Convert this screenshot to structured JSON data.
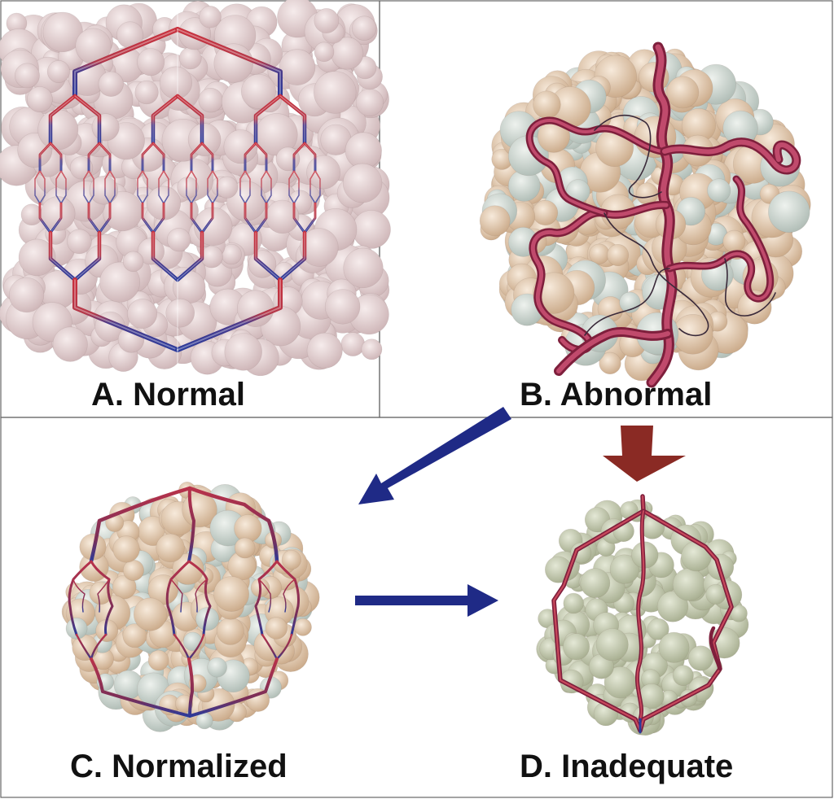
{
  "panels": {
    "a": {
      "label": "A. Normal"
    },
    "b": {
      "label": "B. Abnormal"
    },
    "c": {
      "label": "C. Normalized"
    },
    "d": {
      "label": "D. Inadequate"
    }
  },
  "colors": {
    "artery": "#c8303c",
    "vein": "#2b3a9a",
    "tumor_vessel": "#b8325a",
    "tissue_pink": "#e2cfcf",
    "tissue_tan": "#dcc3a6",
    "tissue_green": "#b9bfa3",
    "arrow_blue": "#1f2a86",
    "arrow_red": "#8a2a24",
    "frame": "#666666"
  }
}
